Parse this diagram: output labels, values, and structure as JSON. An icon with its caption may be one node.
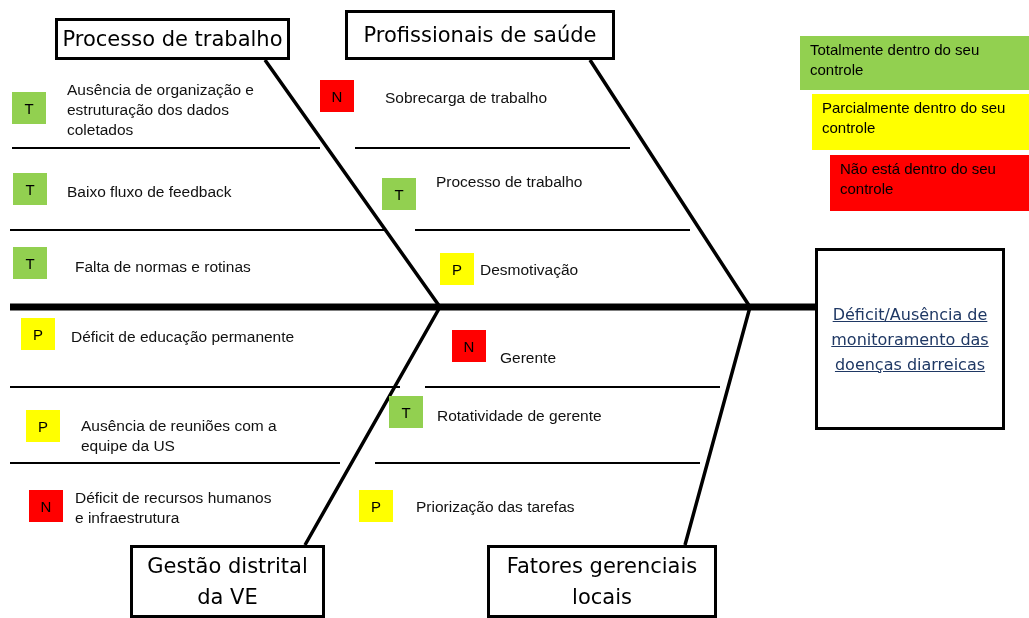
{
  "diagram": {
    "nodes": [
      {
        "text": [
          "Processo de trabalho"
        ]
      },
      {
        "text": [
          "Profissionais de saúde"
        ]
      },
      {
        "text": [
          "T"
        ],
        "beside": [
          "Ausência de organização e estruturação dos dados coletados"
        ]
      },
      {
        "text": [
          "N"
        ],
        "beside": [
          "Sobrecarga de trabalho"
        ]
      },
      {
        "text": [
          "T"
        ],
        "beside": [
          "Baixo fluxo de feedback"
        ]
      },
      {
        "text": [
          "T"
        ],
        "beside": [
          "Processo de trabalho"
        ]
      },
      {
        "text": [
          "T"
        ],
        "beside": [
          "Falta de normas e rotinas"
        ]
      },
      {
        "text": [
          "P"
        ],
        "beside": [
          "Desmotivação"
        ]
      },
      {
        "text": [
          "Déficit/Ausência de monitoramento das doenças diarreicas"
        ]
      },
      {
        "text": [
          "P"
        ],
        "beside": [
          "Déficit de educação permanente"
        ]
      },
      {
        "text": [
          "N"
        ],
        "beside": [
          "Gerente"
        ]
      },
      {
        "text": [
          "P"
        ],
        "beside": [
          "Ausência de reuniões com a equipe da US"
        ]
      },
      {
        "text": [
          "T"
        ],
        "beside": [
          "Rotatividade de gerente"
        ]
      },
      {
        "text": [
          "N"
        ],
        "beside": [
          "Déficit de recursos humanos e infraestrutura"
        ]
      },
      {
        "text": [
          "P"
        ],
        "beside": [
          "Priorização das tarefas"
        ]
      },
      {
        "text": [
          "Gestão distrital da VE"
        ]
      },
      {
        "text": [
          "Fatores gerenciais locais"
        ]
      }
    ],
    "edges": [
      {
        "from": null,
        "to": 8,
        "arrow": "none",
        "style": "thick"
      },
      {
        "from": 0,
        "to": 8,
        "arrow": "none"
      },
      {
        "from": 1,
        "to": 8,
        "arrow": "none"
      },
      {
        "from": 15,
        "to": 8,
        "arrow": "none"
      },
      {
        "from": 16,
        "to": 8,
        "arrow": "none"
      }
    ],
    "legend": [
      {
        "text": "Totalmente dentro do seu controle",
        "color": "#92d050"
      },
      {
        "text": "Parcialmente dentro do seu controle",
        "color": "#ffff00"
      },
      {
        "text": "Não está dentro do seu controle",
        "color": "#ff0000"
      }
    ]
  }
}
